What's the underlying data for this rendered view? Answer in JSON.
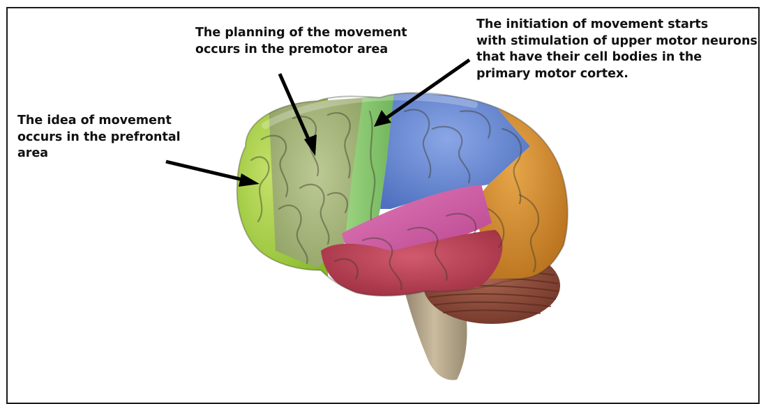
{
  "labels": {
    "prefrontal": [
      "The idea of movement",
      "occurs in the prefrontal",
      "area"
    ],
    "premotor": [
      "The planning of the movement",
      "occurs in the premotor area"
    ],
    "primary_motor": [
      "The initiation of movement starts",
      "with stimulation of upper motor neurons",
      "that have their cell bodies in the",
      "primary motor cortex."
    ]
  },
  "region_colors": {
    "prefrontal": "#a6cf3a",
    "premotor": "#a7b87a",
    "primary_motor": "#7fc06a",
    "parietal": "#6f8fd6",
    "temporal": "#b93a52",
    "temporal_pink": "#d45aa0",
    "occipital": "#d98a2a",
    "cerebellum": "#8a4a3a",
    "brainstem": "#b8a98a"
  }
}
